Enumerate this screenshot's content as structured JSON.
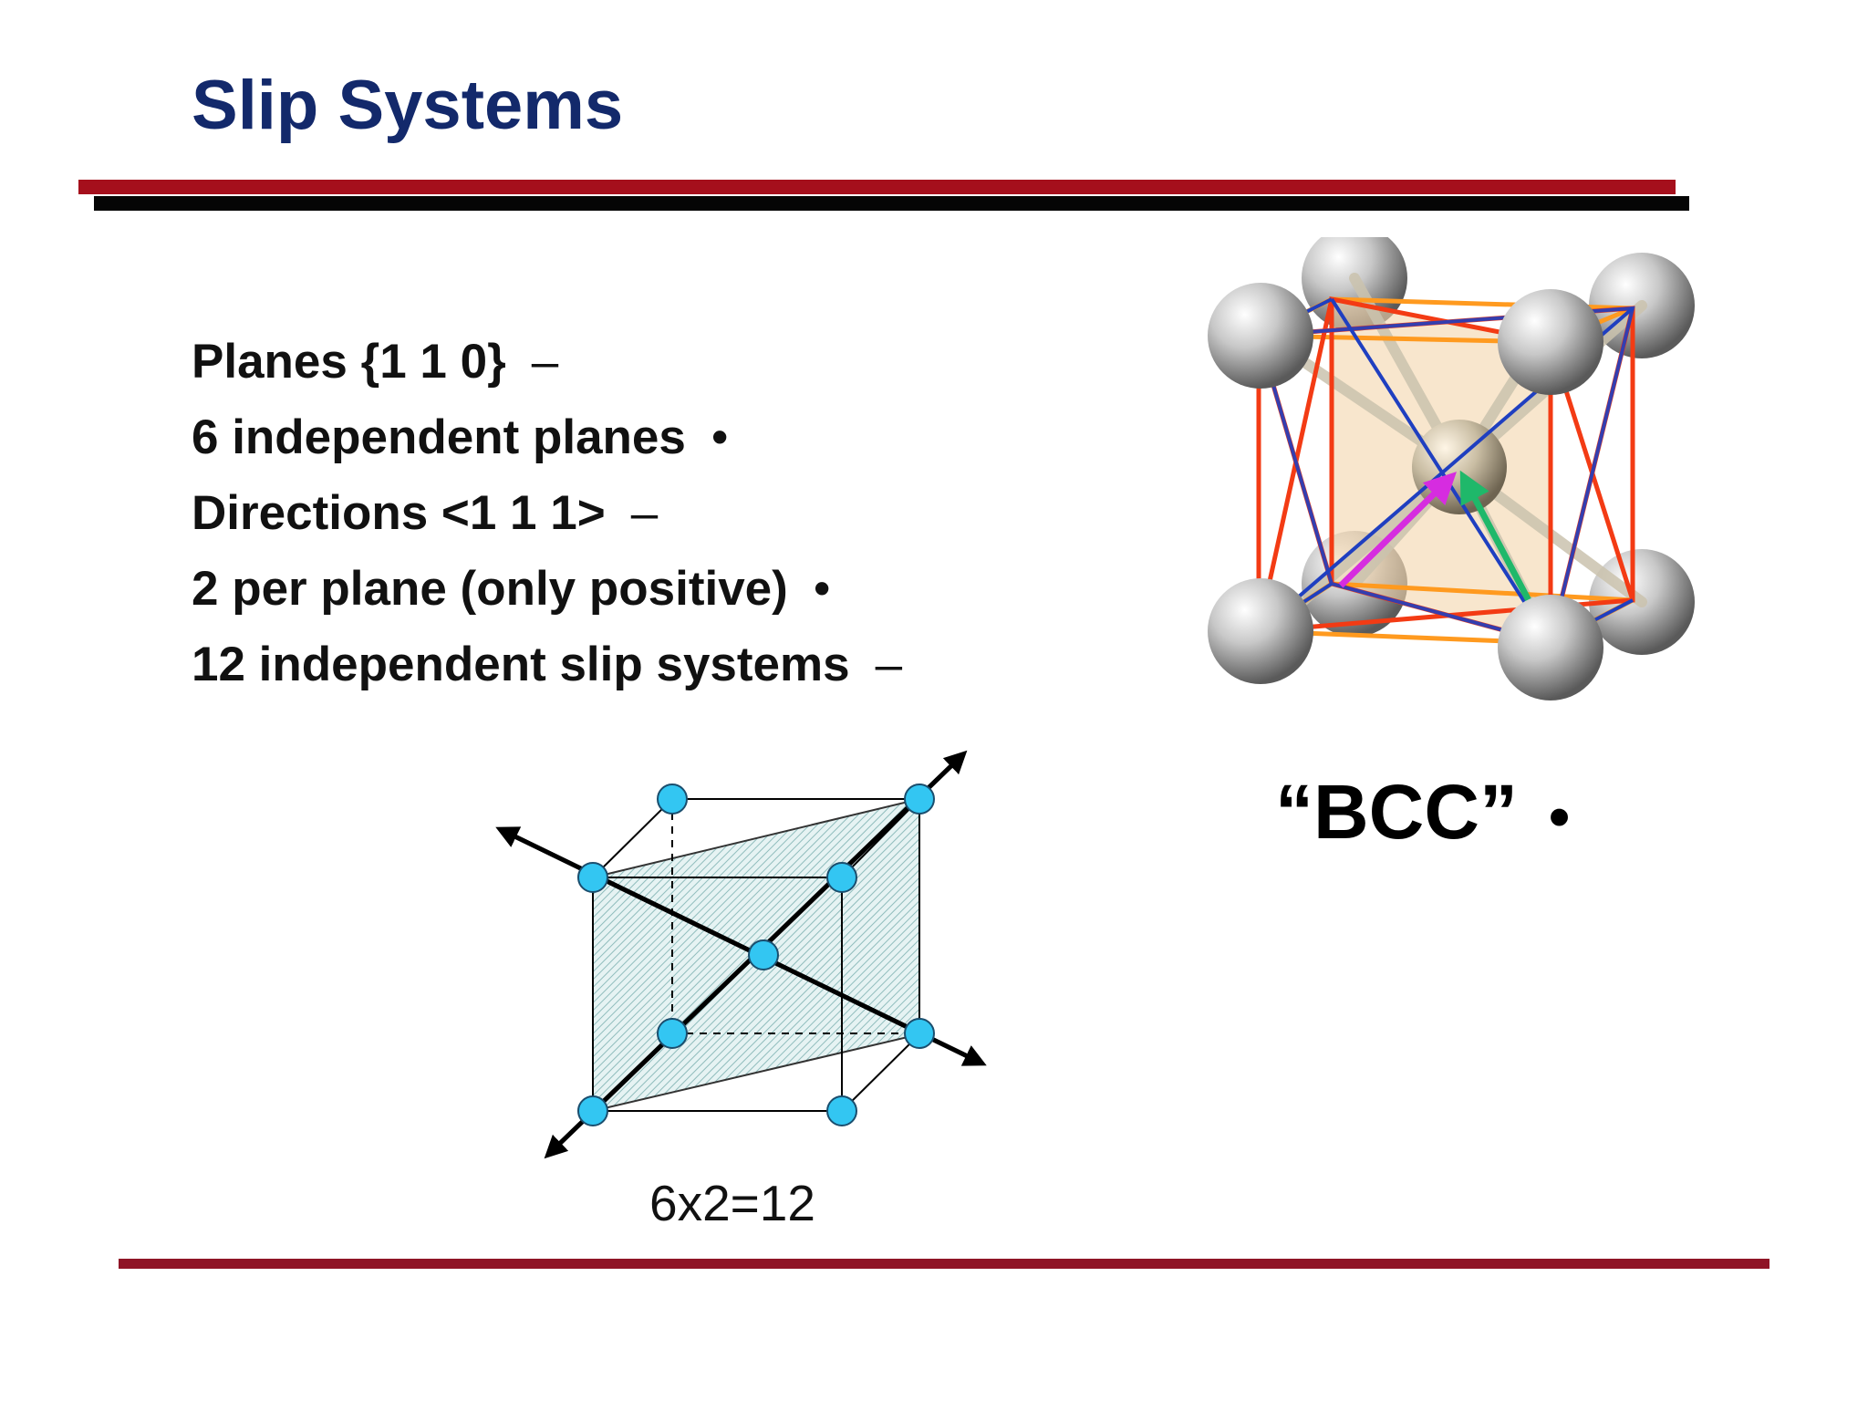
{
  "slide": {
    "title": "Slip Systems",
    "bullets": [
      {
        "text": "Planes {1 1 0}",
        "marker": "–"
      },
      {
        "text": "6 independent planes",
        "marker": "•"
      },
      {
        "text": "Directions <1 1 1>",
        "marker": "–"
      },
      {
        "text": "2 per plane (only positive)",
        "marker": "•"
      },
      {
        "text": "12 independent slip systems",
        "marker": "–"
      }
    ],
    "structure_label": "“BCC”",
    "structure_bullet": "•",
    "figure_caption": "6x2=12"
  },
  "colors": {
    "title": "#13296b",
    "rule_red": "#a50f1c",
    "rule_black": "#050505",
    "rule_bottom": "#8f1426",
    "atom_blue": "#33c6f2",
    "plane_fill": "#d7ecec",
    "edge_orange": "#ff9a1f",
    "edge_red": "#f33b14",
    "edge_blue": "#1f3fc0",
    "arrow_magenta": "#d62ce0",
    "arrow_green": "#1fb86a"
  },
  "icons": {
    "bcc_model": "bcc-unit-cell-3d-model",
    "slip_cube": "slip-plane-cube-diagram"
  }
}
